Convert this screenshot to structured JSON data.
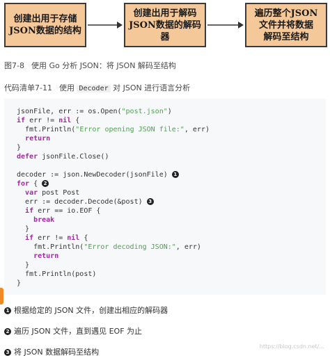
{
  "diagram": {
    "boxes": [
      "创建出用于存储\nJSON数据的结构",
      "创建出用于解码\nJSON数据的解码器",
      "遍历整个JSON\n文件并将数据\n解码至结构"
    ],
    "colors": {
      "box_fill": "#f5c89a",
      "box_border": "#3a3a3a",
      "arrow": "#333333"
    }
  },
  "figure_caption": {
    "number": "图7-8",
    "text": "使用 Go 分析 JSON：将 JSON 解码至结构"
  },
  "listing_caption": {
    "number": "代码清单7-11",
    "prefix": "使用",
    "code": "Decoder",
    "suffix": "对 JSON 进行语言分析"
  },
  "code_lines": [
    "jsonFile, err := os.Open(\"post.json\")",
    "if err != nil {",
    "  fmt.Println(\"Error opening JSON file:\", err)",
    "  return",
    "}",
    "defer jsonFile.Close()",
    "",
    "decoder := json.NewDecoder(jsonFile)",
    "for {",
    "  var post Post",
    "  err := decoder.Decode(&post)",
    "  if err == io.EOF {",
    "    break",
    "  }",
    "  if err != nil {",
    "    fmt.Println(\"Error decoding JSON:\", err)",
    "    return",
    "  }",
    "  fmt.Println(post)",
    "}"
  ],
  "markers": [
    "1",
    "2",
    "3"
  ],
  "notes": [
    "根据给定的 JSON 文件，创建出相应的解码器",
    "遍历 JSON 文件，直到遇见 EOF 为止",
    "将 JSON 数据解码至结构"
  ],
  "watermark": "https://blog.csdn.net/...",
  "colors": {
    "keyword": "#a626a4",
    "string": "#50a14f",
    "code_bg": "#f6f8fa",
    "side_tab": "#f08a24"
  }
}
